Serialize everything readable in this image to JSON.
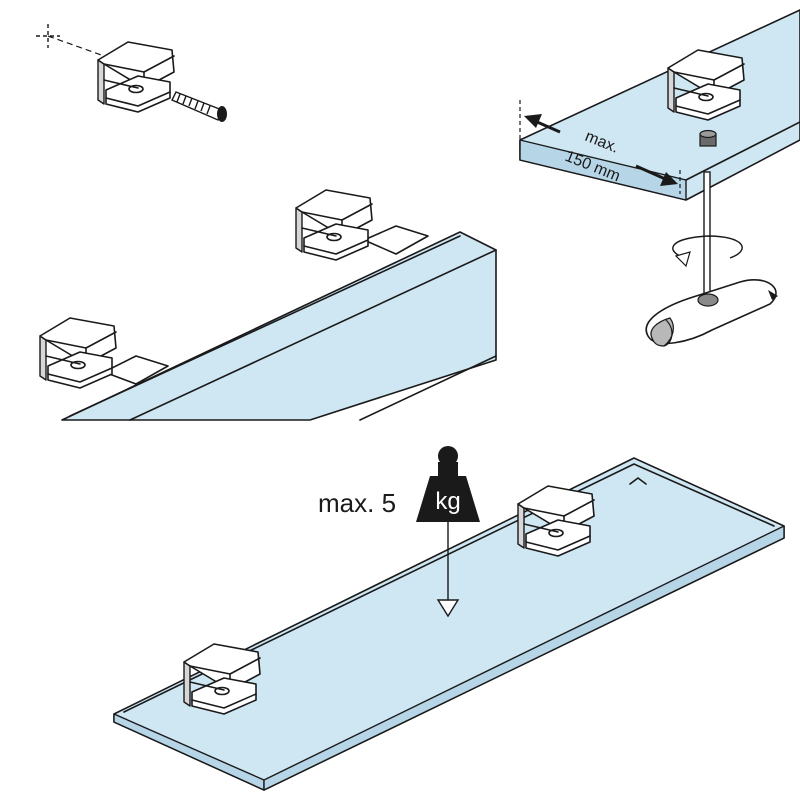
{
  "annotations": {
    "max_distance_line1": "max.",
    "max_distance_line2": "150 mm",
    "max_load_label": "max. 5",
    "weight_unit": "kg"
  },
  "icons": [
    "wall-clamp-icon",
    "screw-icon",
    "allen-key-icon",
    "set-screw-icon",
    "rotation-arrow-icon",
    "weight-icon",
    "down-arrow-icon"
  ],
  "colors": {
    "glass": "#cfe6f3",
    "line": "#1a1a1a",
    "weight": "#1a1a1a"
  }
}
